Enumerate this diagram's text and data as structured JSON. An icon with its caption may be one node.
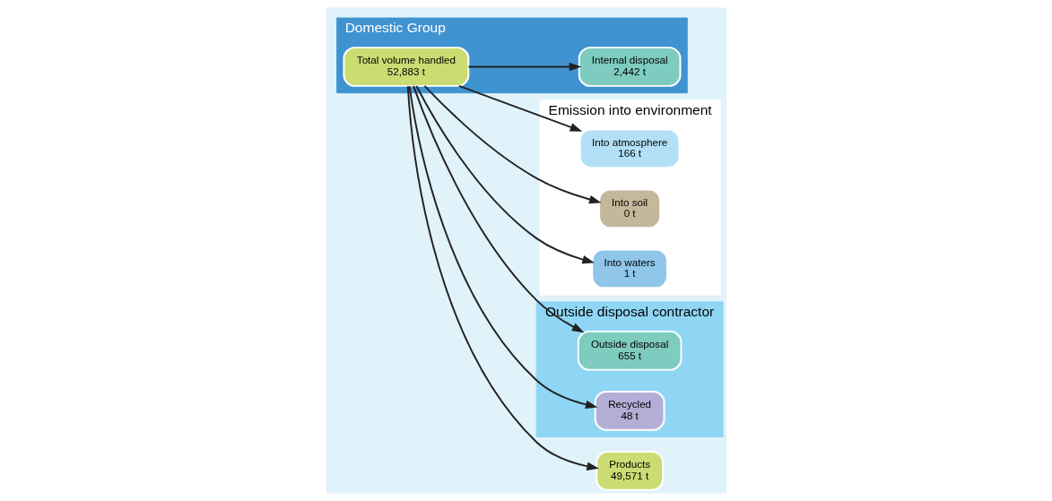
{
  "diagram": {
    "nodes": [
      {
        "text": [
          "Domestic Group"
        ]
      },
      {
        "text": [
          "Total volume handled",
          "52,883 t"
        ],
        "in": 0
      },
      {
        "text": [
          "Internal disposal",
          "2,442 t"
        ],
        "in": 0
      },
      {
        "text": [
          "Emission into environment"
        ]
      },
      {
        "text": [
          "Into atmosphere",
          "166 t"
        ],
        "in": 3
      },
      {
        "text": [
          "Into soil",
          "0 t"
        ],
        "in": 3
      },
      {
        "text": [
          "Into waters",
          "1 t"
        ],
        "in": 3
      },
      {
        "text": [
          "Outside disposal contractor"
        ]
      },
      {
        "text": [
          "Outside disposal",
          "655 t"
        ],
        "in": 7
      },
      {
        "text": [
          "Recycled",
          "48 t"
        ],
        "in": 7
      },
      {
        "text": [
          "Products",
          "49,571 t"
        ]
      }
    ],
    "edges": [
      {
        "from": 1,
        "to": 4,
        "arrow": "to"
      },
      {
        "from": 1,
        "to": 5,
        "arrow": "to"
      },
      {
        "from": 1,
        "to": 6,
        "arrow": "to"
      },
      {
        "from": 1,
        "to": 2,
        "arrow": "to"
      },
      {
        "from": 1,
        "to": 8,
        "arrow": "to"
      },
      {
        "from": 1,
        "to": 9,
        "arrow": "to"
      },
      {
        "from": 1,
        "to": 10,
        "arrow": "to"
      }
    ]
  }
}
